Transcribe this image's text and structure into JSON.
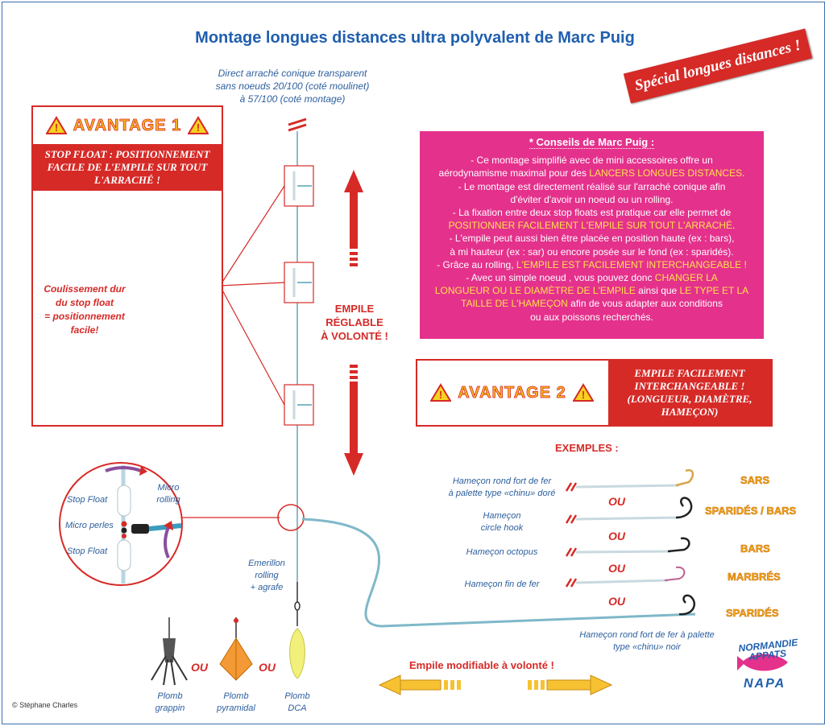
{
  "title": "Montage longues distances ultra polyvalent de Marc Puig",
  "stamp": "Spécial longues distances !",
  "leader_caption": [
    "Direct arraché conique transparent",
    "sans noeuds 20/100 (coté moulinet)",
    "à 57/100 (coté montage)"
  ],
  "advantage1": {
    "title": "AVANTAGE 1",
    "subtitle": "STOP FLOAT : POSITIONNEMENT FACILE DE L'EMPILE SUR TOUT L'ARRACHÉ !",
    "note": [
      "Coulissement dur",
      "du stop float",
      "= positionnement",
      "facile!"
    ]
  },
  "advice": {
    "heading": "* Conseils de Marc Puig :",
    "l1a": "-  Ce montage simplifié avec de mini accessoires offre un",
    "l1b": "aérodynamisme maximal pour des ",
    "l1c": "LANCERS LONGUES DISTANCES",
    "l2a": "- Le montage est directement réalisé sur l'arraché conique afin",
    "l2b": "d'éviter d'avoir un noeud ou un rolling.",
    "l3a": "- La fixation entre deux stop floats est pratique car elle permet de",
    "l3b": "POSITIONNER FACILEMENT L'EMPILE SUR TOUT L'ARRACHÉ",
    "l4a": "- L'empile peut aussi bien être placée en position haute (ex : bars),",
    "l4b": "à mi hauteur (ex : sar) ou encore posée sur le fond (ex : sparidés).",
    "l5a": "- Grâce au rolling, ",
    "l5b": "L'EMPILE EST FACILEMENT INTERCHANGEABLE !",
    "l6a": "- Avec un simple noeud , vous pouvez donc ",
    "l6b": "CHANGER LA",
    "l6c": "LONGUEUR OU LE DIAMÈTRE DE L'EMPILE",
    "l6d": " ainsi que ",
    "l6e": "LE TYPE ET LA",
    "l6f": "TAILLE DE L'HAMEÇON",
    "l6g": " afin de vous adapter aux conditions",
    "l6h": "ou aux poissons recherchés."
  },
  "empile_label": [
    "EMPILE",
    "RÉGLABLE",
    "À VOLONTÉ !"
  ],
  "advantage2": {
    "title": "AVANTAGE 2",
    "text": [
      "EMPILE FACILEMENT",
      "INTERCHANGEABLE !",
      "(LONGUEUR, DIAMÈTRE,",
      "HAMEÇON)"
    ]
  },
  "exemples_title": "EXEMPLES :",
  "hooks": [
    {
      "label": [
        "Hameçon rond fort de fer",
        "à palette type «chinu» doré"
      ],
      "fish": "SARS"
    },
    {
      "label": [
        "Hameçon",
        "circle hook"
      ],
      "fish": "SPARIDÉS / BARS"
    },
    {
      "label": [
        "Hameçon octopus"
      ],
      "fish": "BARS"
    },
    {
      "label": [
        "Hameçon fin de fer"
      ],
      "fish": "MARBRÉS"
    },
    {
      "label": [
        "Hameçon rond fort de fer à palette",
        "type «chinu» noir"
      ],
      "fish": "SPARIDÉS"
    }
  ],
  "ou": "OU",
  "zoom_labels": {
    "stop_float_top": "Stop Float",
    "micro_perles": "Micro perles",
    "stop_float_bottom": "Stop Float",
    "micro_rolling": [
      "Micro",
      "rolling"
    ]
  },
  "swivel_label": [
    "Emerillon",
    "rolling",
    "+ agrafe"
  ],
  "sinkers": [
    {
      "label": [
        "Plomb",
        "grappin"
      ]
    },
    {
      "label": [
        "Plomb",
        "pyramidal"
      ]
    },
    {
      "label": [
        "Plomb",
        "DCA"
      ]
    }
  ],
  "empile_modifiable": "Empile modifiable à volonté !",
  "copyright": "© Stéphane Charles",
  "logo": {
    "top": [
      "NORMANDIE",
      "APPATS"
    ],
    "bottom": "NAPA"
  },
  "colors": {
    "red": "#d62a27",
    "blue": "#1f5fae",
    "pink": "#e4318c",
    "yellow": "#f7b91f",
    "line": "#7fb8c9"
  }
}
